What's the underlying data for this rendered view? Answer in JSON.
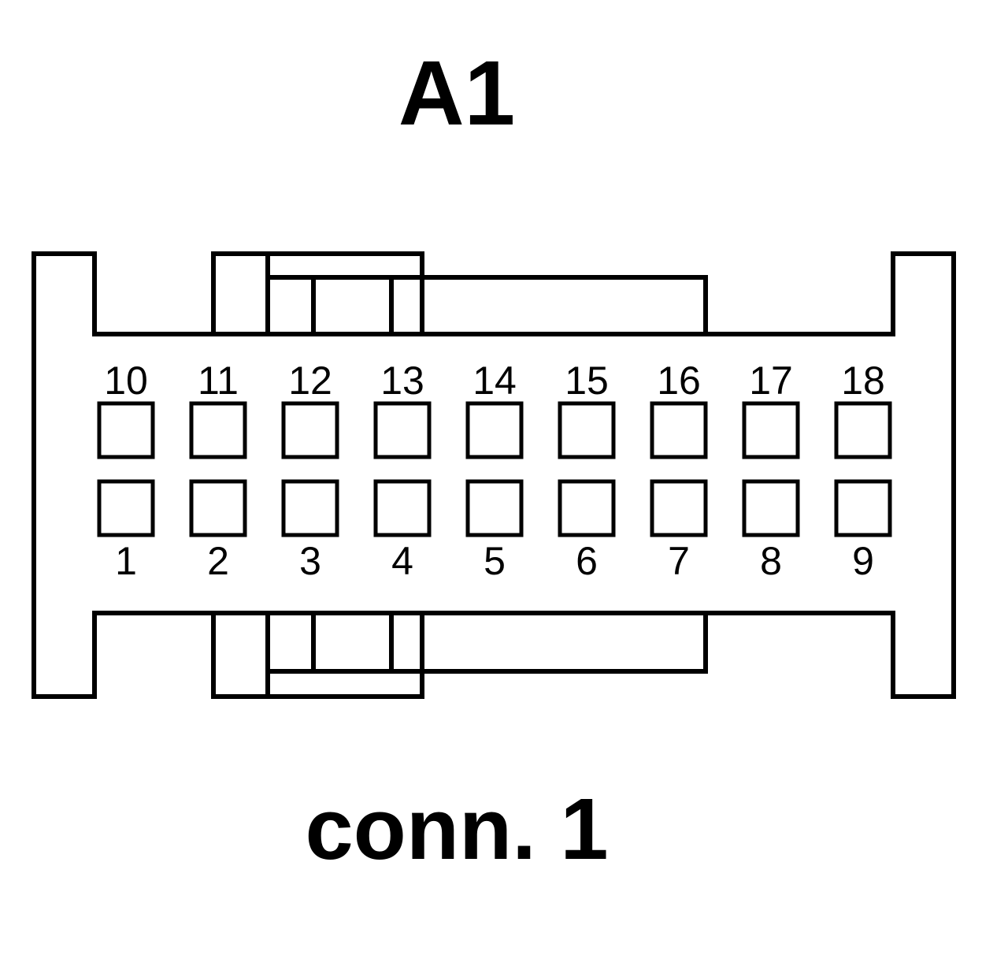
{
  "diagram": {
    "title": "A1",
    "caption": "conn. 1",
    "top_row_pins": [
      "10",
      "11",
      "12",
      "13",
      "14",
      "15",
      "16",
      "17",
      "18"
    ],
    "bottom_row_pins": [
      "1",
      "2",
      "3",
      "4",
      "5",
      "6",
      "7",
      "8",
      "9"
    ]
  }
}
